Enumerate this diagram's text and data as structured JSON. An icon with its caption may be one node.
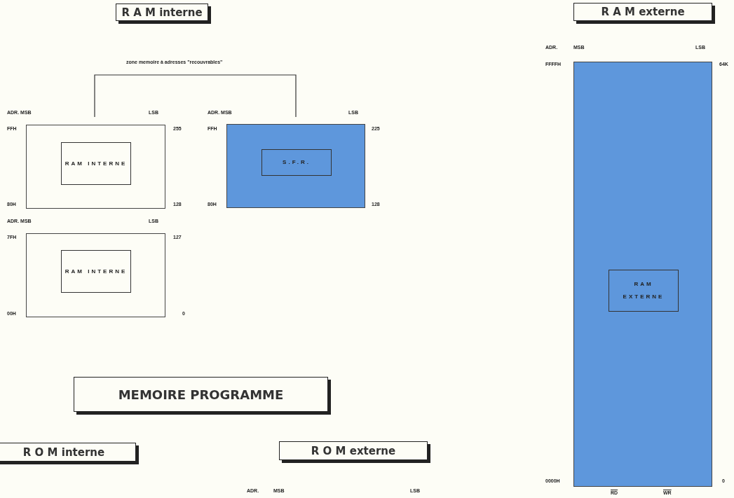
{
  "diagram": {
    "nodes": [
      {
        "text": [
          "R A M interne"
        ]
      },
      {
        "text": [],
        "shape": "box",
        "beside": [
          "ADR. MSB",
          "LSB",
          "FFH",
          "255",
          "80H",
          "128"
        ]
      },
      {
        "text": [
          "RAM INTERNE"
        ],
        "in": 1
      },
      {
        "text": [],
        "shape": "box",
        "beside": [
          "ADR. MSB",
          "LSB",
          "FFH",
          "225",
          "80H",
          "128"
        ]
      },
      {
        "text": [
          "S.F.R."
        ],
        "in": 3
      },
      {
        "text": [],
        "shape": "box",
        "beside": [
          "ADR. MSB",
          "LSB",
          "7FH",
          "127",
          "00H",
          "0"
        ]
      },
      {
        "text": [
          "RAM INTERNE"
        ],
        "in": 5
      },
      {
        "text": [
          "R A M externe"
        ]
      },
      {
        "text": [],
        "shape": "box",
        "beside": [
          "ADR.",
          "MSB",
          "LSB",
          "FFFFH",
          "64K",
          "0000H",
          "0",
          "RD",
          "WR"
        ]
      },
      {
        "text": [
          "RAM EXTERNE"
        ],
        "in": 8
      },
      {
        "text": [
          "MEMOIRE PROGRAMME"
        ]
      },
      {
        "text": [
          "R O M interne"
        ]
      },
      {
        "text": [
          "R O M externe"
        ]
      }
    ],
    "edges": [],
    "labels": [
      "zone memoire à adresses \"recouvrables\"",
      "ADR.",
      "MSB",
      "LSB"
    ]
  }
}
